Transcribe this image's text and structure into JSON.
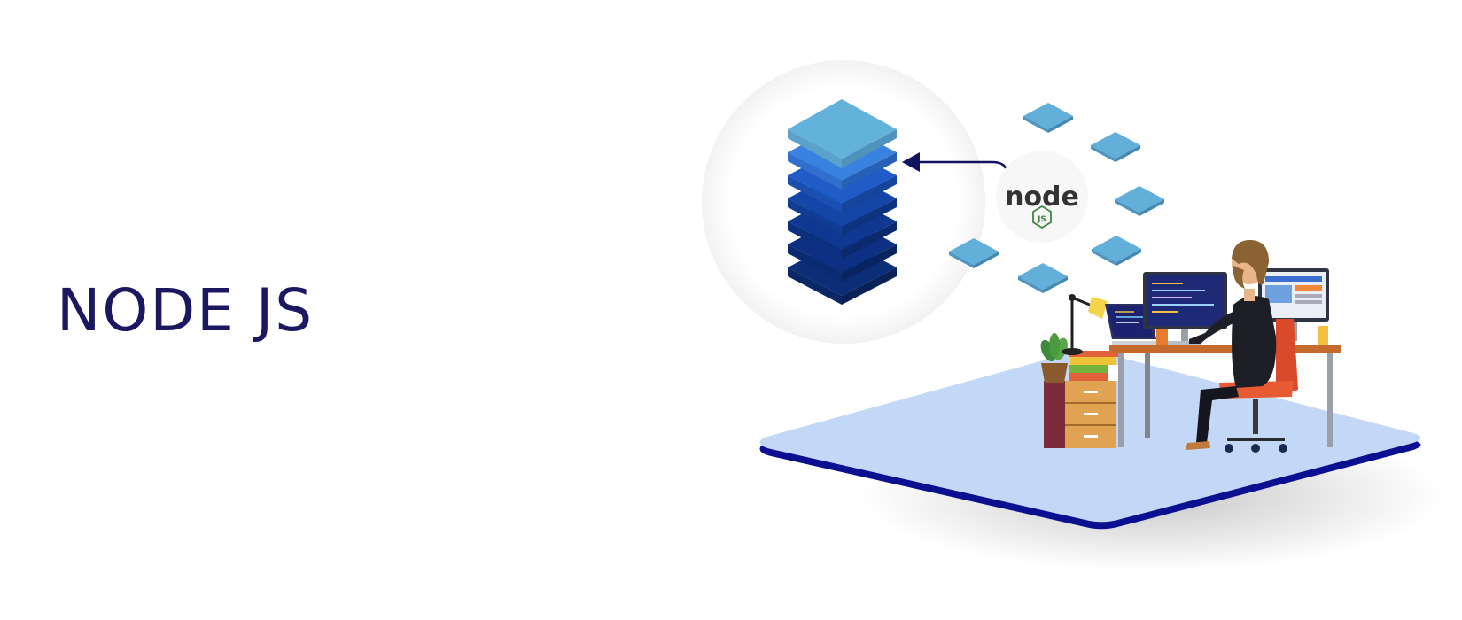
{
  "hero": {
    "title": "NODE JS"
  },
  "logo": {
    "wordmark": "node",
    "badge": "JS"
  },
  "colors": {
    "title": "#1b1760",
    "platform_top": "#c3d8f6",
    "platform_edge": "#0a1090",
    "stack_top": "#63b2db",
    "tile": "#62b0d9",
    "node_green": "#3e863d"
  }
}
